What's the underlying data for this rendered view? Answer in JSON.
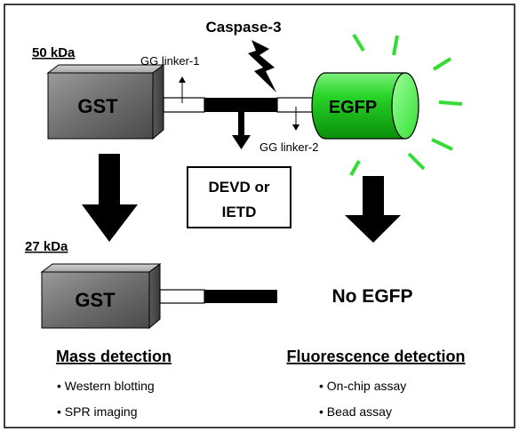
{
  "labels": {
    "caspase": "Caspase-3",
    "mass_top": "50 kDa",
    "mass_bottom": "27 kDa",
    "gst_top": "GST",
    "gst_bottom": "GST",
    "egfp": "EGFP",
    "linker1": "GG linker-1",
    "linker2": "GG linker-2",
    "substrate_line1": "DEVD or",
    "substrate_line2": "IETD",
    "no_egfp": "No EGFP"
  },
  "mass_detection": {
    "heading": "Mass detection",
    "items": [
      "Western blotting",
      "SPR imaging"
    ]
  },
  "fluorescence_detection": {
    "heading": "Fluorescence detection",
    "items": [
      "On-chip assay",
      "Bead assay"
    ]
  },
  "colors": {
    "egfp_fill": "#22cc22",
    "glow": "#33dd33",
    "gst_front": "#6a6a6a",
    "linker_black": "#000000"
  }
}
